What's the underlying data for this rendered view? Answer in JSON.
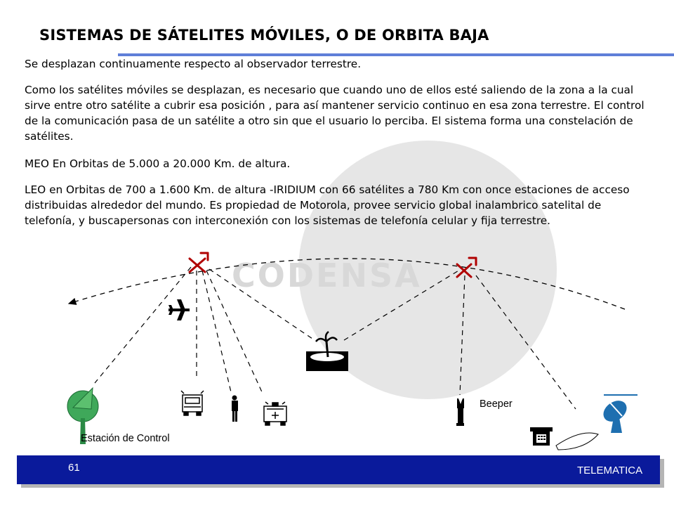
{
  "title": "SISTEMAS DE SÁTELITES MÓVILES, O DE ORBITA BAJA",
  "paragraphs": {
    "p1": "Se desplazan  continuamente respecto al observador terrestre.",
    "p2": "Como los satélites móviles se desplazan, es necesario que cuando uno de ellos esté saliendo de la zona a la cual sirve entre otro satélite a cubrir esa posición , para así mantener servicio continuo en esa zona terrestre. El control de la comunicación pasa de un satélite a otro sin que el usuario lo perciba. El sistema forma una constelación de satélites.",
    "p3": "MEO En Orbitas de 5.000 a 20.000 Km. de altura.",
    "p4": "LEO en Orbitas de 700 a 1.600 Km. de altura -IRIDIUM  con 66 satélites a 780 Km con once estaciones de acceso distribuidas alrededor del mundo. Es propiedad de Motorola, provee servicio global inalambrico satelital de telefonía, y buscapersonas con interconexión con los sistemas de telefonía celular y fija terrestre."
  },
  "watermark": {
    "text": "CODENSA"
  },
  "diagram": {
    "labels": {
      "beeper": "Beeper",
      "control_station": "Estación de Control"
    },
    "icons": [
      "satellite-icon",
      "satellite-icon",
      "airplane-icon",
      "island-icon",
      "control-station-icon",
      "fire-truck-icon",
      "person-icon",
      "ambulance-icon",
      "beeper-person-icon",
      "telephone-icon",
      "satellite-dish-icon"
    ]
  },
  "footer": {
    "page_number": "61",
    "label": "TELEMATICA"
  },
  "colors": {
    "title_rule": "#5f7fd8",
    "footer_bar": "#0a1a9b",
    "satellite": "#b00000"
  }
}
